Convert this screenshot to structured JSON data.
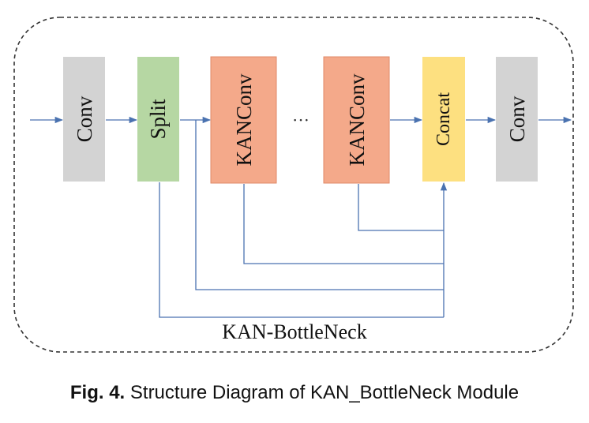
{
  "diagram": {
    "blocks": [
      {
        "label": "Conv",
        "fill": "#d3d3d3"
      },
      {
        "label": "Split",
        "fill": "#b6d7a3"
      },
      {
        "label": "KANConv",
        "fill": "#f4a98a"
      },
      {
        "label": "KANConv",
        "fill": "#f4a98a"
      },
      {
        "label": "Concat",
        "fill": "#fde080"
      },
      {
        "label": "Conv",
        "fill": "#d3d3d3"
      }
    ],
    "ellipsis": "···",
    "module_label": "KAN-BottleNeck",
    "arrow_color": "#4a72b0",
    "border_color": "#333333"
  },
  "caption": {
    "fig_label": "Fig. 4.",
    "text": " Structure Diagram of KAN_BottleNeck Module"
  }
}
